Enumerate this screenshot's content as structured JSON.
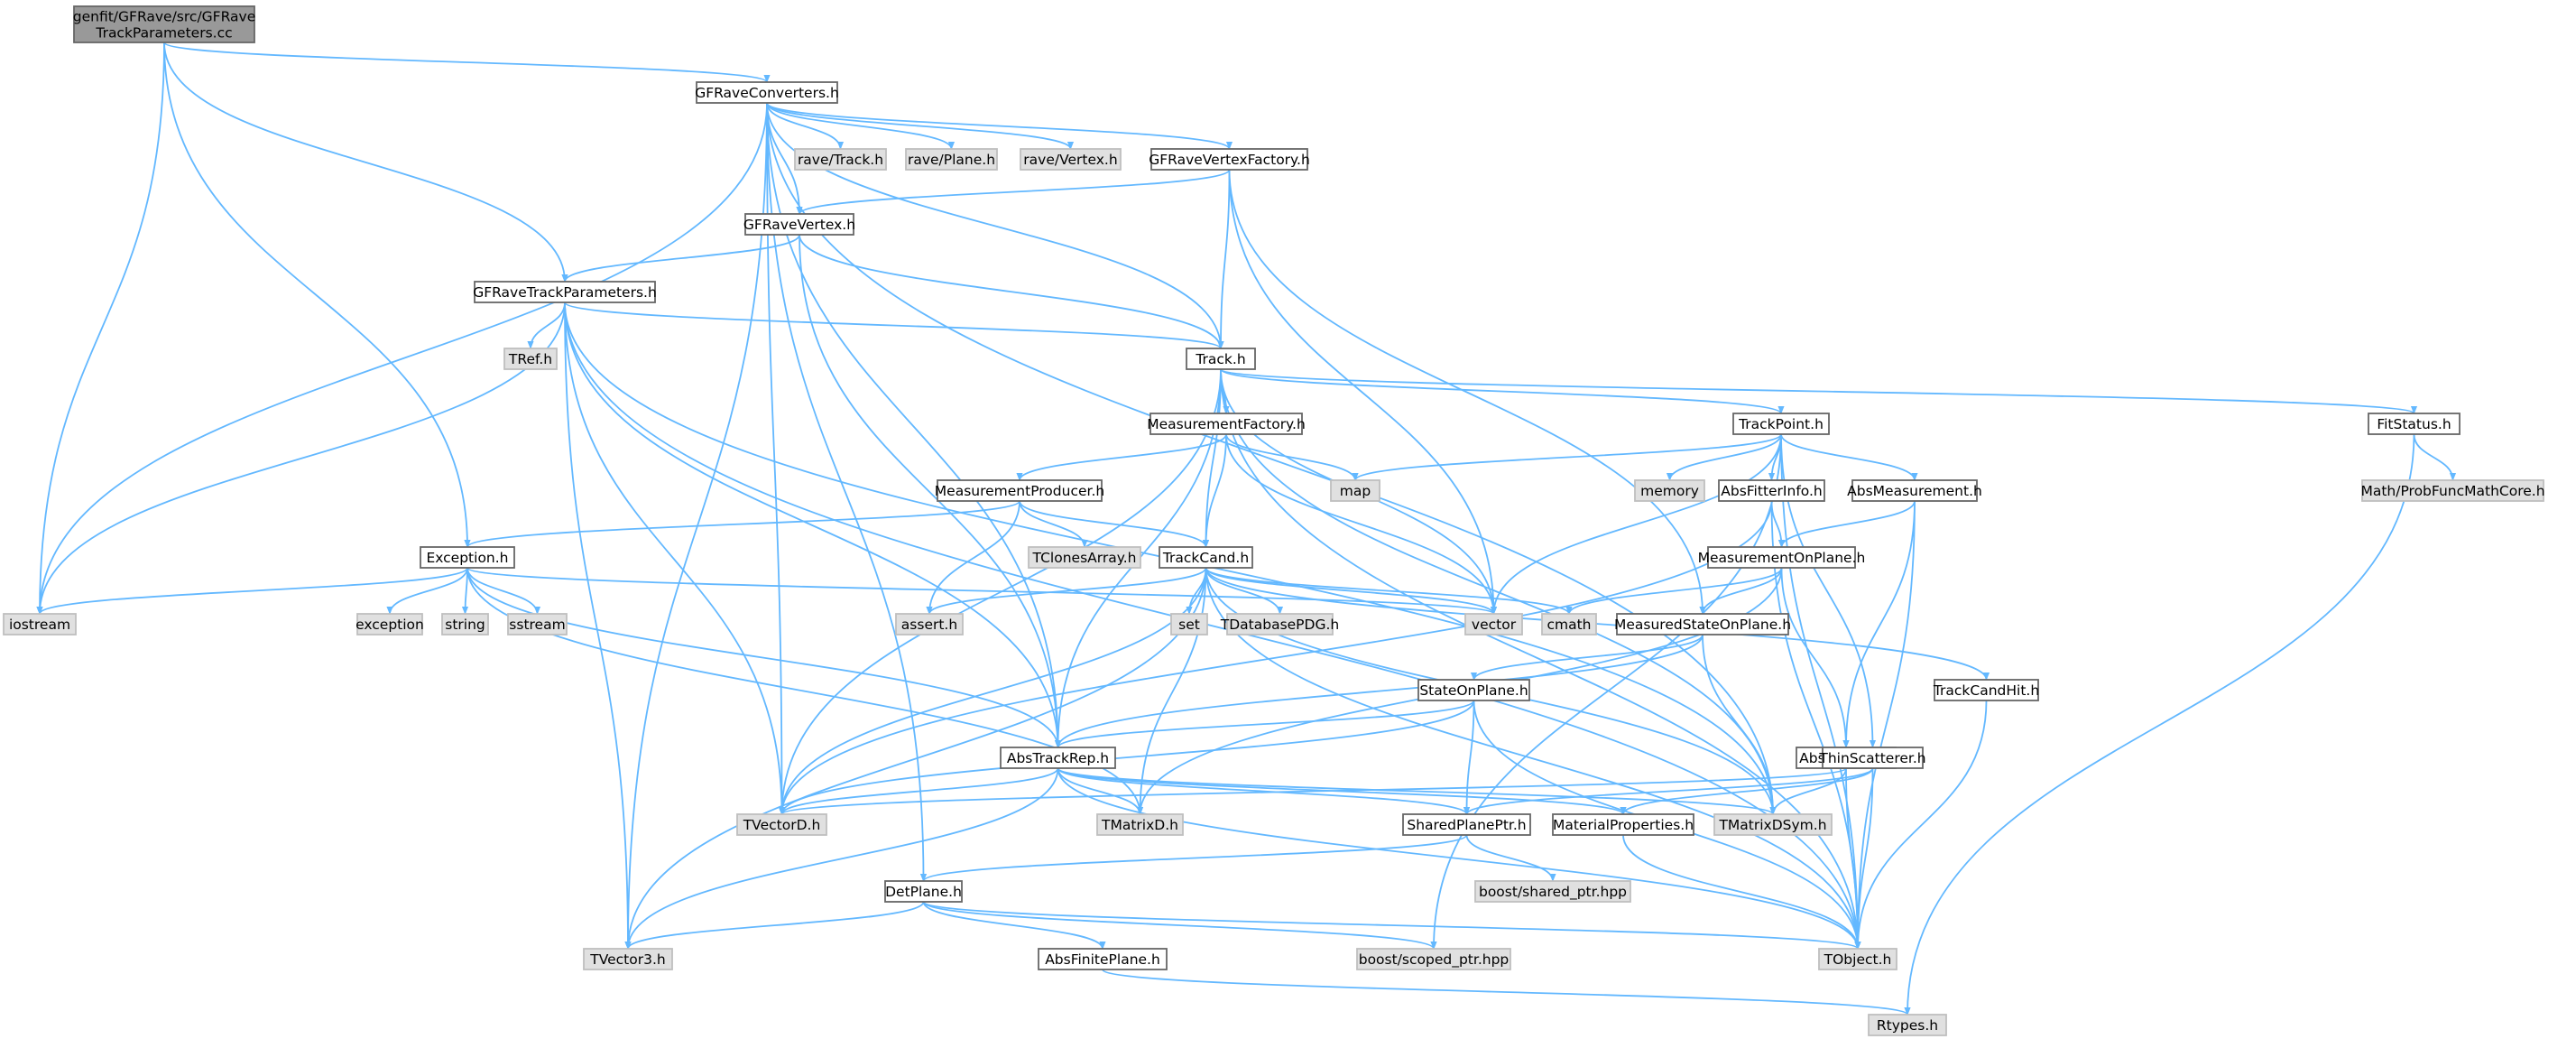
{
  "colors": {
    "edge": "#63b8ff",
    "root_fill": "#999999",
    "root_stroke": "#666666",
    "normal_fill": "#ffffff",
    "normal_stroke": "#666666",
    "external_fill": "#e0e0e0",
    "external_stroke": "#bfbfbf"
  },
  "nodes": [
    {
      "id": "root",
      "lines": [
        "genfit/GFRave/src/GFRave",
        "TrackParameters.cc"
      ],
      "kind": "root"
    },
    {
      "id": "conv",
      "lines": [
        "GFRaveConverters.h"
      ],
      "kind": "normal"
    },
    {
      "id": "ravetrack",
      "lines": [
        "rave/Track.h"
      ],
      "kind": "external"
    },
    {
      "id": "raveplane",
      "lines": [
        "rave/Plane.h"
      ],
      "kind": "external"
    },
    {
      "id": "ravevertex",
      "lines": [
        "rave/Vertex.h"
      ],
      "kind": "external"
    },
    {
      "id": "vfact",
      "lines": [
        "GFRaveVertexFactory.h"
      ],
      "kind": "normal"
    },
    {
      "id": "gvertex",
      "lines": [
        "GFRaveVertex.h"
      ],
      "kind": "normal"
    },
    {
      "id": "gtp",
      "lines": [
        "GFRaveTrackParameters.h"
      ],
      "kind": "normal"
    },
    {
      "id": "tref",
      "lines": [
        "TRef.h"
      ],
      "kind": "external"
    },
    {
      "id": "track",
      "lines": [
        "Track.h"
      ],
      "kind": "normal"
    },
    {
      "id": "mfact",
      "lines": [
        "MeasurementFactory.h"
      ],
      "kind": "normal"
    },
    {
      "id": "tpoint",
      "lines": [
        "TrackPoint.h"
      ],
      "kind": "normal"
    },
    {
      "id": "fitstatus",
      "lines": [
        "FitStatus.h"
      ],
      "kind": "normal"
    },
    {
      "id": "map",
      "lines": [
        "map"
      ],
      "kind": "external"
    },
    {
      "id": "memory",
      "lines": [
        "memory"
      ],
      "kind": "external"
    },
    {
      "id": "probfunc",
      "lines": [
        "Math/ProbFuncMathCore.h"
      ],
      "kind": "external"
    },
    {
      "id": "mprod",
      "lines": [
        "MeasurementProducer.h"
      ],
      "kind": "normal"
    },
    {
      "id": "afinfo",
      "lines": [
        "AbsFitterInfo.h"
      ],
      "kind": "normal"
    },
    {
      "id": "absmeas",
      "lines": [
        "AbsMeasurement.h"
      ],
      "kind": "normal"
    },
    {
      "id": "exception",
      "lines": [
        "Exception.h"
      ],
      "kind": "normal"
    },
    {
      "id": "tclones",
      "lines": [
        "TClonesArray.h"
      ],
      "kind": "external"
    },
    {
      "id": "tcand",
      "lines": [
        "TrackCand.h"
      ],
      "kind": "normal"
    },
    {
      "id": "mop",
      "lines": [
        "MeasurementOnPlane.h"
      ],
      "kind": "normal"
    },
    {
      "id": "iostream",
      "lines": [
        "iostream"
      ],
      "kind": "external"
    },
    {
      "id": "exc",
      "lines": [
        "exception"
      ],
      "kind": "external"
    },
    {
      "id": "string",
      "lines": [
        "string"
      ],
      "kind": "external"
    },
    {
      "id": "sstream",
      "lines": [
        "sstream"
      ],
      "kind": "external"
    },
    {
      "id": "asserth",
      "lines": [
        "assert.h"
      ],
      "kind": "external"
    },
    {
      "id": "set",
      "lines": [
        "set"
      ],
      "kind": "external"
    },
    {
      "id": "tdb",
      "lines": [
        "TDatabasePDG.h"
      ],
      "kind": "external"
    },
    {
      "id": "vector",
      "lines": [
        "vector"
      ],
      "kind": "external"
    },
    {
      "id": "cmath",
      "lines": [
        "cmath"
      ],
      "kind": "external"
    },
    {
      "id": "msop",
      "lines": [
        "MeasuredStateOnPlane.h"
      ],
      "kind": "normal"
    },
    {
      "id": "tch",
      "lines": [
        "TrackCandHit.h"
      ],
      "kind": "normal"
    },
    {
      "id": "sop",
      "lines": [
        "StateOnPlane.h"
      ],
      "kind": "normal"
    },
    {
      "id": "atr",
      "lines": [
        "AbsTrackRep.h"
      ],
      "kind": "normal"
    },
    {
      "id": "ahm",
      "lines": [
        "AbsHMatrix.h"
      ],
      "kind": "normal"
    },
    {
      "id": "thin",
      "lines": [
        "ThinScatterer.h"
      ],
      "kind": "normal"
    },
    {
      "id": "tvd",
      "lines": [
        "TVectorD.h"
      ],
      "kind": "external"
    },
    {
      "id": "tmd",
      "lines": [
        "TMatrixD.h"
      ],
      "kind": "external"
    },
    {
      "id": "spp",
      "lines": [
        "SharedPlanePtr.h"
      ],
      "kind": "normal"
    },
    {
      "id": "matprop",
      "lines": [
        "MaterialProperties.h"
      ],
      "kind": "normal"
    },
    {
      "id": "tmds",
      "lines": [
        "TMatrixDSym.h"
      ],
      "kind": "external"
    },
    {
      "id": "boostshared",
      "lines": [
        "boost/shared_ptr.hpp"
      ],
      "kind": "external"
    },
    {
      "id": "detplane",
      "lines": [
        "DetPlane.h"
      ],
      "kind": "normal"
    },
    {
      "id": "tv3",
      "lines": [
        "TVector3.h"
      ],
      "kind": "external"
    },
    {
      "id": "afp",
      "lines": [
        "AbsFinitePlane.h"
      ],
      "kind": "normal"
    },
    {
      "id": "boostscoped",
      "lines": [
        "boost/scoped_ptr.hpp"
      ],
      "kind": "external"
    },
    {
      "id": "tobject",
      "lines": [
        "TObject.h"
      ],
      "kind": "external"
    },
    {
      "id": "rtypes",
      "lines": [
        "Rtypes.h"
      ],
      "kind": "external"
    }
  ],
  "edges": [
    [
      "root",
      "conv"
    ],
    [
      "root",
      "gtp"
    ],
    [
      "root",
      "exception"
    ],
    [
      "root",
      "iostream"
    ],
    [
      "conv",
      "ravetrack"
    ],
    [
      "conv",
      "raveplane"
    ],
    [
      "conv",
      "ravevertex"
    ],
    [
      "conv",
      "vfact"
    ],
    [
      "conv",
      "gvertex"
    ],
    [
      "conv",
      "track"
    ],
    [
      "conv",
      "iostream"
    ],
    [
      "conv",
      "tvd"
    ],
    [
      "conv",
      "tv3"
    ],
    [
      "conv",
      "atr"
    ],
    [
      "conv",
      "detplane"
    ],
    [
      "conv",
      "tmds"
    ],
    [
      "vfact",
      "gvertex"
    ],
    [
      "vfact",
      "track"
    ],
    [
      "vfact",
      "vector"
    ],
    [
      "vfact",
      "msop"
    ],
    [
      "gvertex",
      "gtp"
    ],
    [
      "gvertex",
      "track"
    ],
    [
      "gvertex",
      "atr"
    ],
    [
      "gtp",
      "tref"
    ],
    [
      "gtp",
      "track"
    ],
    [
      "gtp",
      "iostream"
    ],
    [
      "gtp",
      "tvd"
    ],
    [
      "gtp",
      "tv3"
    ],
    [
      "gtp",
      "atr"
    ],
    [
      "gtp",
      "tobject"
    ],
    [
      "gtp",
      "tmds"
    ],
    [
      "track",
      "mfact"
    ],
    [
      "track",
      "tpoint"
    ],
    [
      "track",
      "fitstatus"
    ],
    [
      "track",
      "tcand"
    ],
    [
      "track",
      "vector"
    ],
    [
      "track",
      "tvd"
    ],
    [
      "track",
      "atr"
    ],
    [
      "track",
      "tobject"
    ],
    [
      "track",
      "tmds"
    ],
    [
      "mfact",
      "mprod"
    ],
    [
      "mfact",
      "tcand"
    ],
    [
      "mfact",
      "map"
    ],
    [
      "mfact",
      "vector"
    ],
    [
      "mprod",
      "exception"
    ],
    [
      "mprod",
      "tclones"
    ],
    [
      "mprod",
      "tcand"
    ],
    [
      "mprod",
      "asserth"
    ],
    [
      "tpoint",
      "map"
    ],
    [
      "tpoint",
      "memory"
    ],
    [
      "tpoint",
      "afinfo"
    ],
    [
      "tpoint",
      "absmeas"
    ],
    [
      "tpoint",
      "thin"
    ],
    [
      "tpoint",
      "vector"
    ],
    [
      "tpoint",
      "tobject"
    ],
    [
      "tpoint",
      "boostscoped"
    ],
    [
      "fitstatus",
      "probfunc"
    ],
    [
      "fitstatus",
      "rtypes"
    ],
    [
      "afinfo",
      "mop"
    ],
    [
      "afinfo",
      "tvd"
    ],
    [
      "afinfo",
      "tobject"
    ],
    [
      "absmeas",
      "mop"
    ],
    [
      "absmeas",
      "ahm"
    ],
    [
      "absmeas",
      "tobject"
    ],
    [
      "exception",
      "iostream"
    ],
    [
      "exception",
      "exc"
    ],
    [
      "exception",
      "string"
    ],
    [
      "exception",
      "sstream"
    ],
    [
      "exception",
      "vector"
    ],
    [
      "exception",
      "tmd"
    ],
    [
      "exception",
      "atr"
    ],
    [
      "tcand",
      "tch"
    ],
    [
      "tcand",
      "asserth"
    ],
    [
      "tcand",
      "set"
    ],
    [
      "tcand",
      "tdb"
    ],
    [
      "tcand",
      "vector"
    ],
    [
      "tcand",
      "cmath"
    ],
    [
      "tcand",
      "tvd"
    ],
    [
      "tcand",
      "tmd"
    ],
    [
      "tcand",
      "tmds"
    ],
    [
      "tcand",
      "tv3"
    ],
    [
      "tcand",
      "tobject"
    ],
    [
      "mop",
      "msop"
    ],
    [
      "mop",
      "ahm"
    ],
    [
      "mop",
      "cmath"
    ],
    [
      "mop",
      "tmd"
    ],
    [
      "msop",
      "sop"
    ],
    [
      "msop",
      "atr"
    ],
    [
      "msop",
      "tmds"
    ],
    [
      "tch",
      "tobject"
    ],
    [
      "sop",
      "atr"
    ],
    [
      "sop",
      "spp"
    ],
    [
      "sop",
      "tvd"
    ],
    [
      "sop",
      "tobject"
    ],
    [
      "atr",
      "tvd"
    ],
    [
      "atr",
      "tmd"
    ],
    [
      "atr",
      "spp"
    ],
    [
      "atr",
      "matprop"
    ],
    [
      "atr",
      "tmds"
    ],
    [
      "atr",
      "tv3"
    ],
    [
      "atr",
      "tobject"
    ],
    [
      "ahm",
      "tvd"
    ],
    [
      "ahm",
      "tmds"
    ],
    [
      "ahm",
      "tobject"
    ],
    [
      "thin",
      "spp"
    ],
    [
      "thin",
      "matprop"
    ],
    [
      "thin",
      "tobject"
    ],
    [
      "spp",
      "boostshared"
    ],
    [
      "spp",
      "detplane"
    ],
    [
      "matprop",
      "tobject"
    ],
    [
      "detplane",
      "tv3"
    ],
    [
      "detplane",
      "afp"
    ],
    [
      "detplane",
      "tobject"
    ],
    [
      "detplane",
      "boostscoped"
    ],
    [
      "afp",
      "rtypes"
    ]
  ]
}
